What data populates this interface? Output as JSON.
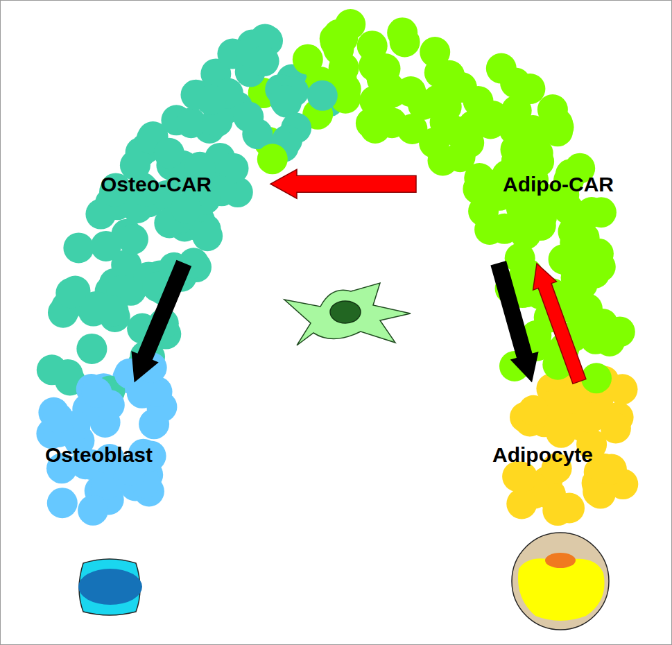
{
  "diagram": {
    "nodes": [
      {
        "text": [
          "Osteo-CAR"
        ]
      },
      {
        "text": [
          "Adipo-CAR"
        ]
      },
      {
        "text": [
          "Osteoblast"
        ]
      },
      {
        "text": [
          "Adipocyte"
        ]
      }
    ],
    "edges": [
      {
        "from": 1,
        "to": 0,
        "arrow": "to"
      },
      {
        "from": 0,
        "to": 2,
        "arrow": "to"
      },
      {
        "from": 1,
        "to": 3,
        "arrow": "to"
      },
      {
        "from": 3,
        "to": 1,
        "arrow": "to"
      }
    ]
  }
}
